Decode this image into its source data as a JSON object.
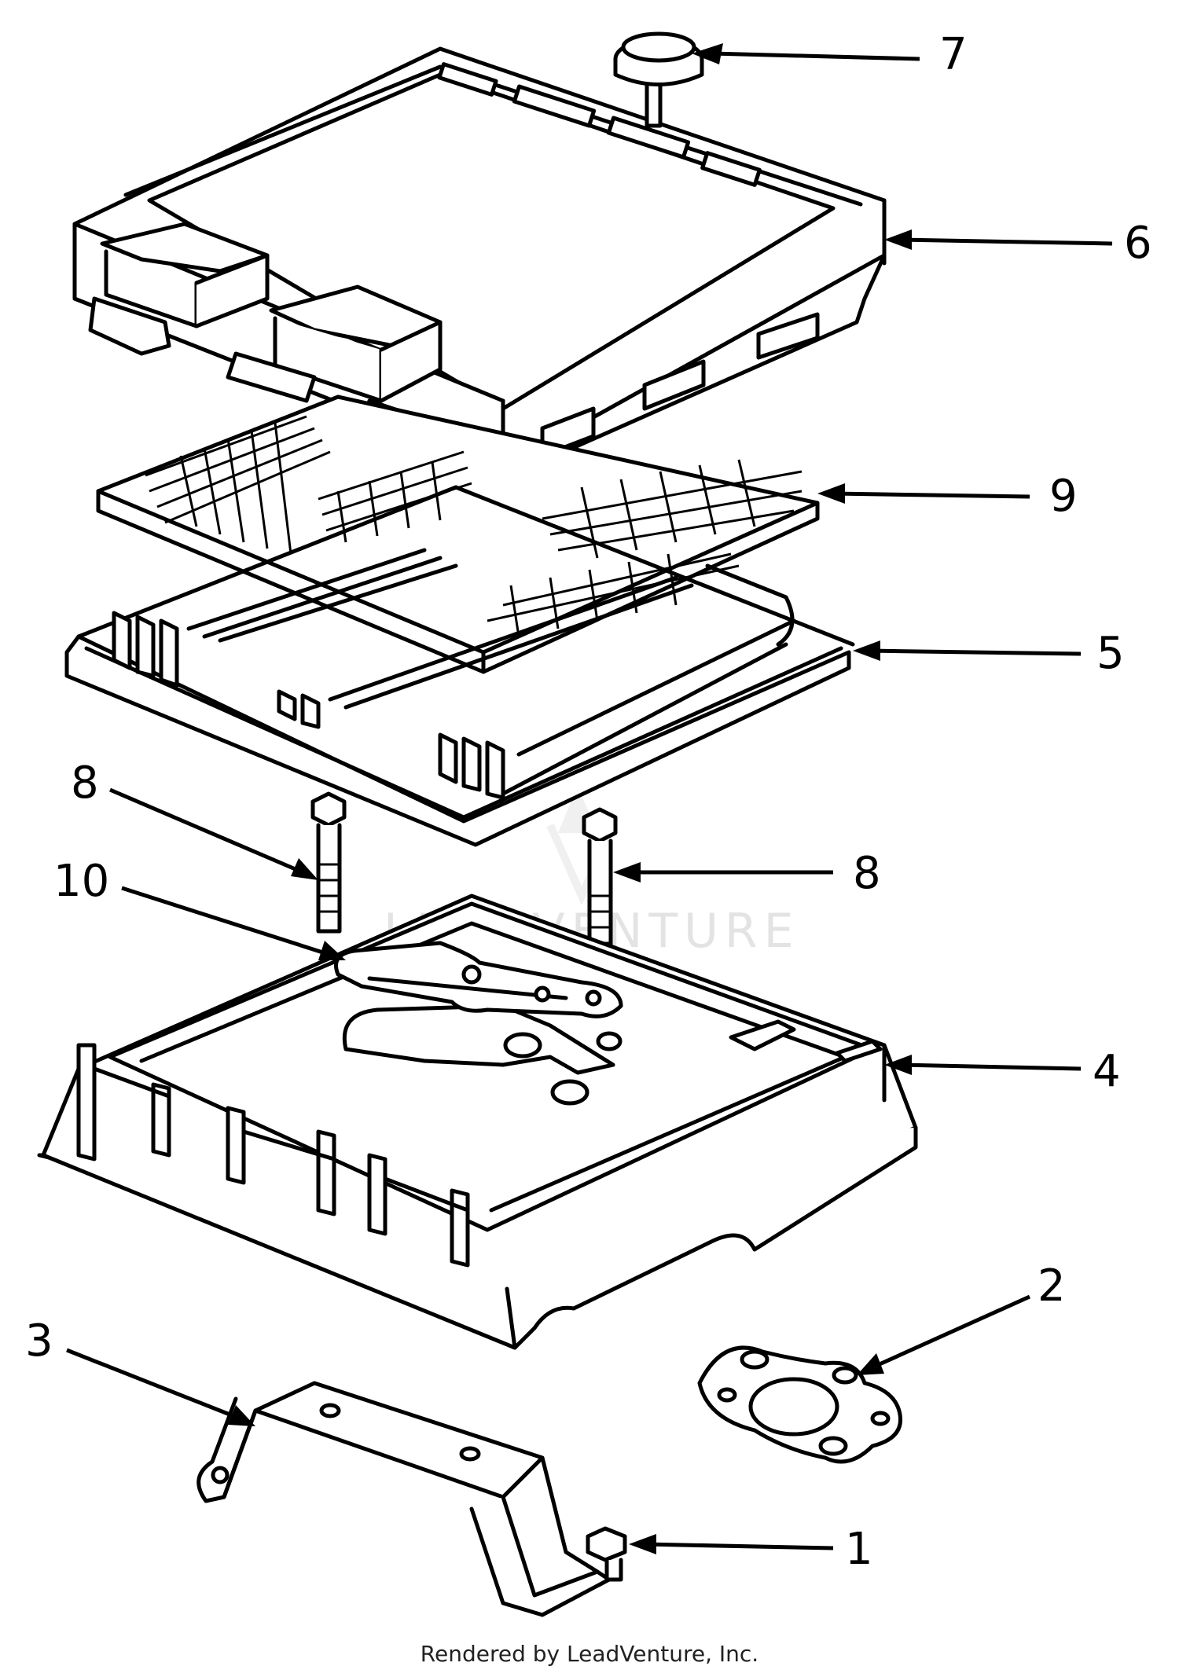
{
  "watermark": "LEADVENTURE",
  "credit": "Rendered by LeadVenture, Inc.",
  "callouts": [
    {
      "id": "7",
      "label": "7",
      "part": "knob"
    },
    {
      "id": "6",
      "label": "6",
      "part": "cover"
    },
    {
      "id": "9",
      "label": "9",
      "part": "screen"
    },
    {
      "id": "5",
      "label": "5",
      "part": "filter-element"
    },
    {
      "id": "8a",
      "label": "8",
      "part": "bolt"
    },
    {
      "id": "8b",
      "label": "8",
      "part": "bolt"
    },
    {
      "id": "10",
      "label": "10",
      "part": "gasket"
    },
    {
      "id": "4",
      "label": "4",
      "part": "base"
    },
    {
      "id": "2",
      "label": "2",
      "part": "gasket"
    },
    {
      "id": "3",
      "label": "3",
      "part": "bracket"
    },
    {
      "id": "1",
      "label": "1",
      "part": "screw"
    }
  ]
}
